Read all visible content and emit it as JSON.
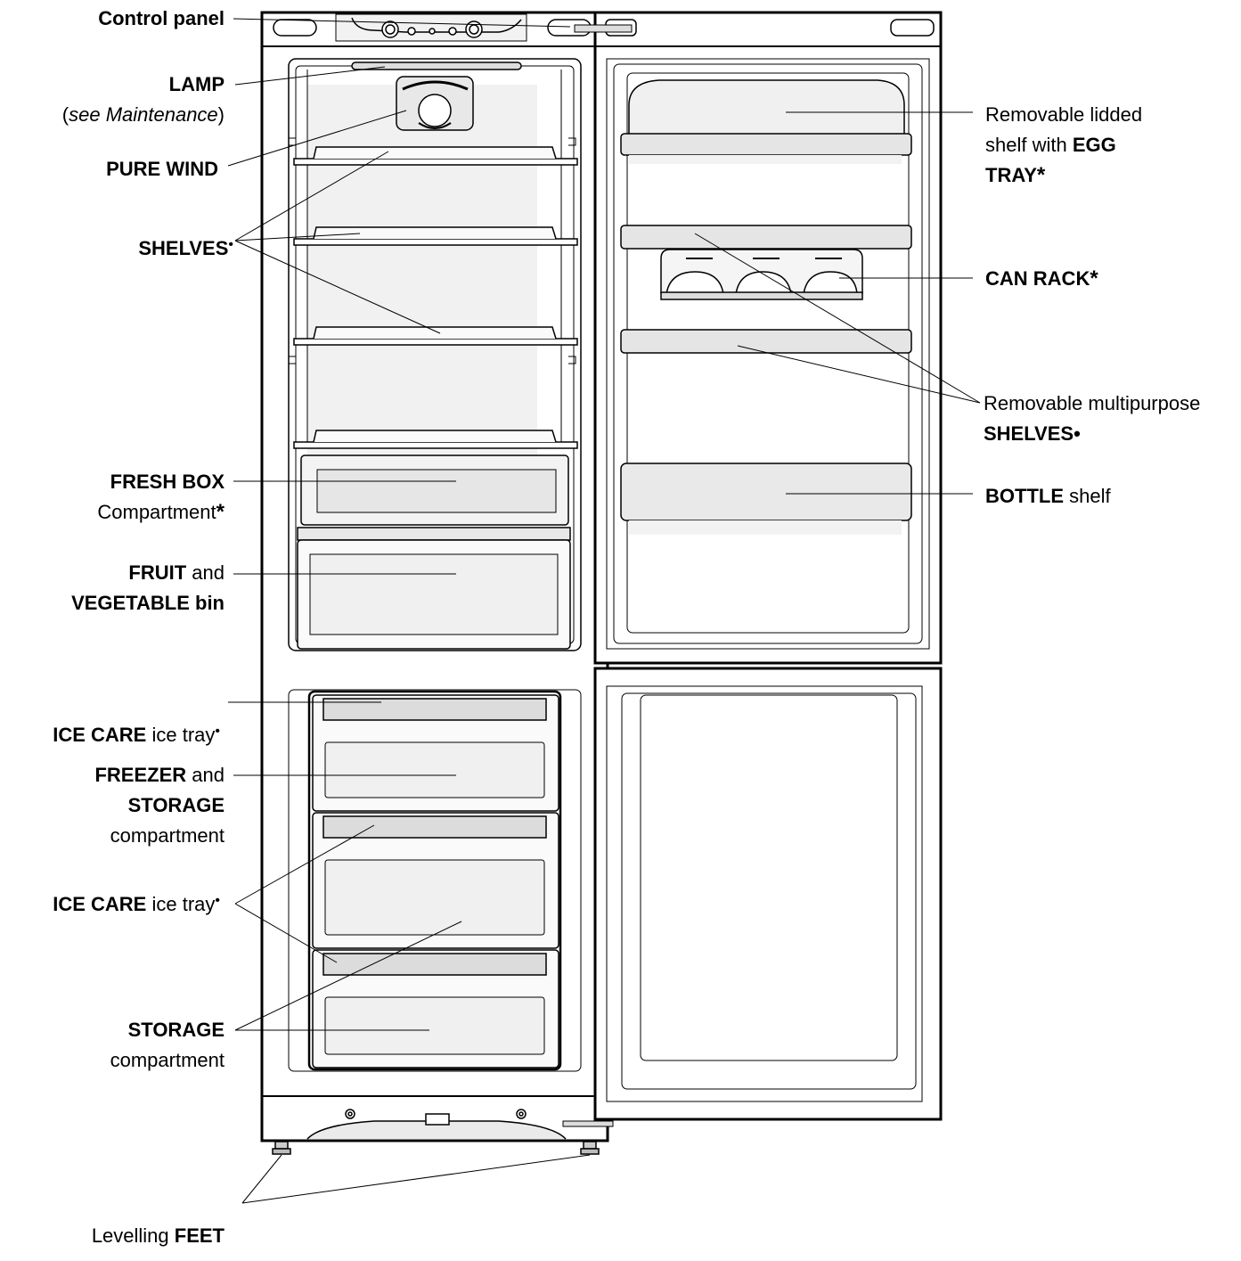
{
  "labels": {
    "control_panel": "Control panel",
    "lamp": "LAMP",
    "lamp_note_open": "(",
    "lamp_note_italic": "see Maintenance",
    "lamp_note_close": ")",
    "pure_wind": "PURE WIND",
    "shelves_left": "SHELVES",
    "bullet_mark": "•",
    "star_mark": "*",
    "fresh_box_bold": "FRESH BOX",
    "fresh_box_rest": "Compartment",
    "fruit_bold": "FRUIT",
    "fruit_and": " and",
    "vegetable_bold": "VEGETABLE bin",
    "ice_care_bold": "ICE CARE",
    "ice_tray_rest": " ice tray",
    "freezer_bold": "FREEZER",
    "freezer_and": " and",
    "storage_bold": "STORAGE",
    "compartment": "compartment",
    "levelling": "Levelling ",
    "feet_bold": "FEET",
    "egg_line1": "Removable lidded",
    "egg_line2": "shelf with ",
    "egg_bold1": "EGG",
    "egg_bold2": "TRAY",
    "can_rack": "CAN RACK",
    "multi_line1": "Removable multipurpose",
    "multi_bold": "SHELVES",
    "bottle_bold": "BOTTLE",
    "bottle_rest": " shelf"
  }
}
